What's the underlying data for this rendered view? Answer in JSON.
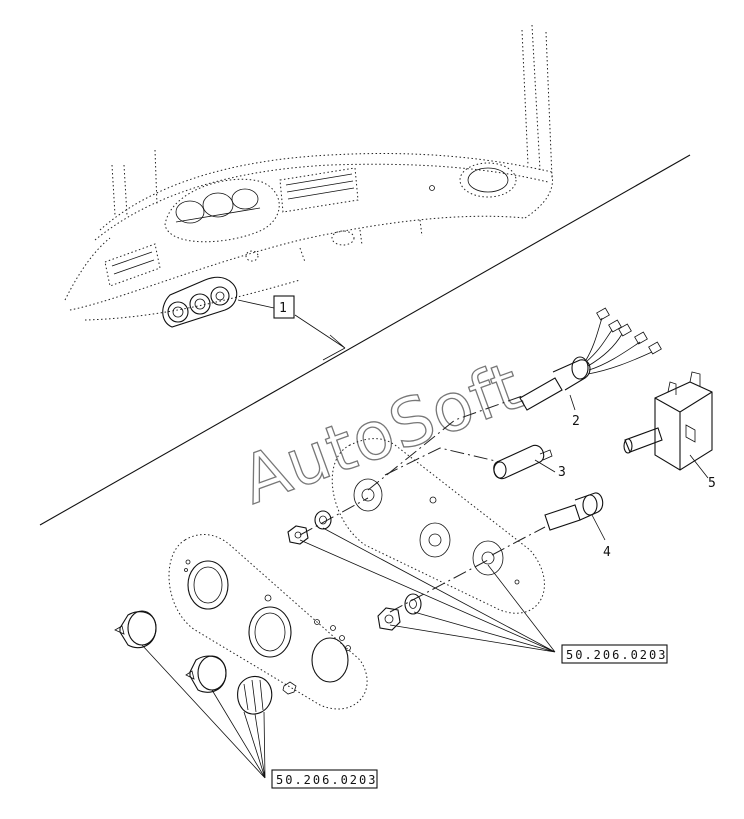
{
  "watermark": "AutoSoft",
  "callouts": {
    "c1": "1",
    "c2": "2",
    "c3": "3",
    "c4": "4",
    "c5": "5"
  },
  "references": {
    "ref_right": "50.206.0203",
    "ref_bottom": "50.206.0203"
  }
}
